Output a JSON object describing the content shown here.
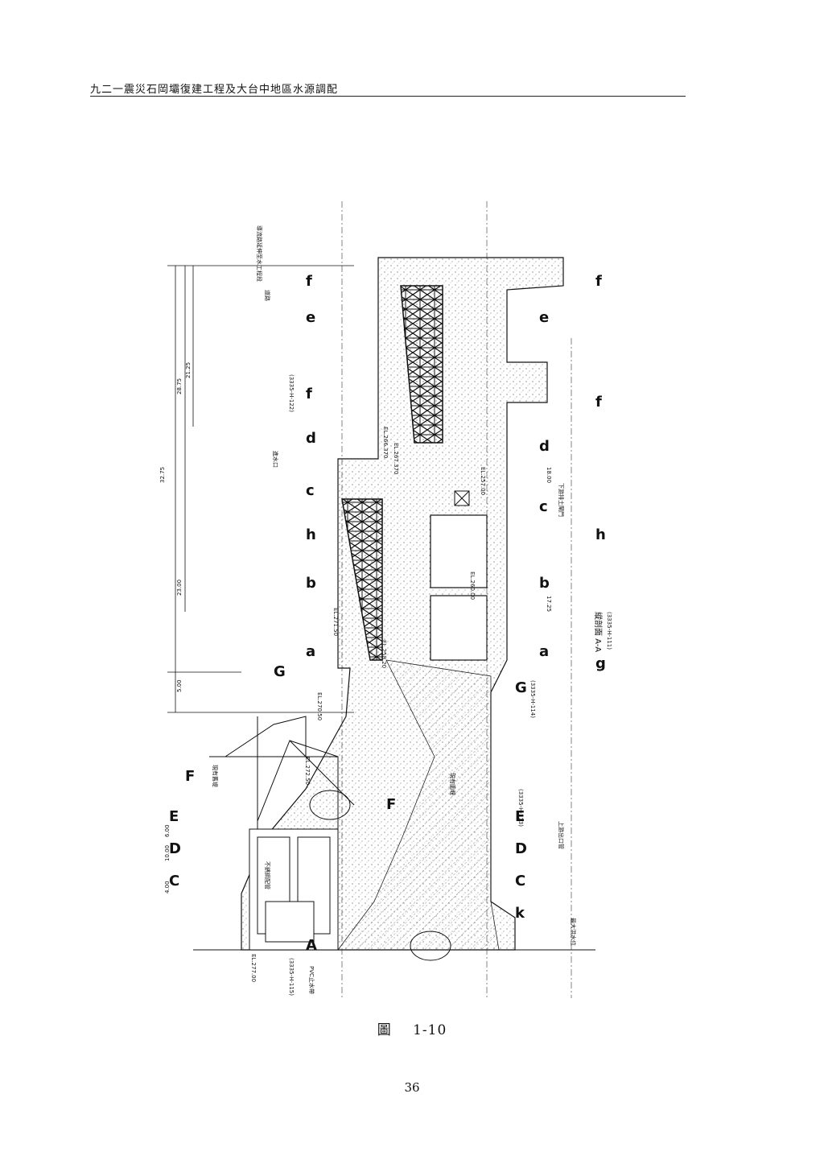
{
  "header": {
    "title": "九二一震災石岡壩復建工程及大台中地區水源調配"
  },
  "drawing": {
    "title": "縱剖面 A-A",
    "title_ref": "(3335-H-111)",
    "labels": {
      "north_road": "導流路延伸至水工程段",
      "road": "道路",
      "inlet": "進水口",
      "lower_gate": "下游排土閘門",
      "upper_gate": "上游出口管",
      "pvc": "PVC止水帶",
      "dike": "現有圍堰",
      "hydro": "最大洪水位",
      "steel": "不銹鋼配管",
      "stone": "現有舊堤",
      "el1": "EL.277.00",
      "el2": "EL.272.50",
      "el3": "EL.271.50",
      "el4": "EL.260.00",
      "el5": "EL.266.370",
      "el6": "EL.267.370",
      "el7": "EL.257.00",
      "el8": "EL.258.20",
      "el9": "EL.270.50",
      "ref1": "(3335-H-122)",
      "ref2": "(3335-H-113)",
      "ref3": "(3335-H-114)",
      "ref4": "(3335-H-115)",
      "dim1": "32.75",
      "dim2": "28.75",
      "dim3": "21.25",
      "dim4": "23.00",
      "dim5": "5.00",
      "dim6": "18.00",
      "dim7": "17.25",
      "dim8": "10.00",
      "dim9": "6.00",
      "dim10": "4.00"
    },
    "sections": {
      "top": [
        "f",
        "e",
        "f",
        "d",
        "c",
        "h",
        "b",
        "a",
        "G",
        "F",
        "E",
        "D",
        "C",
        "A"
      ],
      "bottom": [
        "f",
        "e",
        "f",
        "d",
        "c",
        "h",
        "b",
        "a",
        "g",
        "G",
        "F",
        "E",
        "D",
        "C",
        "k"
      ]
    }
  },
  "caption": {
    "label": "圖",
    "number": "1-10"
  },
  "page_number": "36"
}
